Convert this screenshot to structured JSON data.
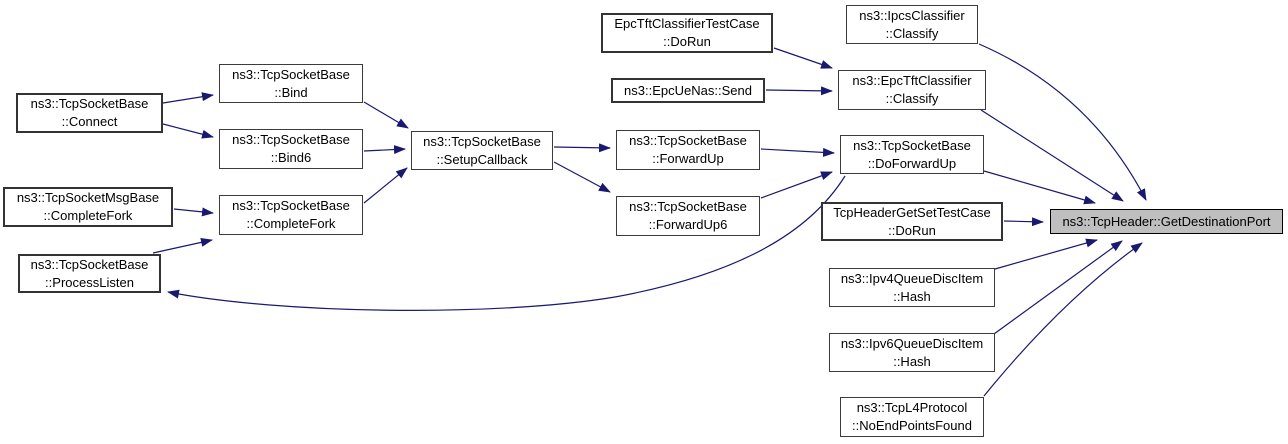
{
  "diagram": {
    "kind": "caller-graph",
    "target_function": "ns3::TcpHeader::GetDestinationPort",
    "colors": {
      "edge": "#191970",
      "node_border": "#3c3c3c",
      "highlight_fill": "#bfbfbf",
      "node_fill": "#ffffff",
      "text": "#000000"
    },
    "nodes": [
      {
        "id": "connect",
        "label": "ns3::TcpSocketBase\n::Connect"
      },
      {
        "id": "msgbase-completefork",
        "label": "ns3::TcpSocketMsgBase\n::CompleteFork"
      },
      {
        "id": "processlisten",
        "label": "ns3::TcpSocketBase\n::ProcessListen"
      },
      {
        "id": "bind",
        "label": "ns3::TcpSocketBase\n::Bind"
      },
      {
        "id": "bind6",
        "label": "ns3::TcpSocketBase\n::Bind6"
      },
      {
        "id": "completefork",
        "label": "ns3::TcpSocketBase\n::CompleteFork"
      },
      {
        "id": "setupcallback",
        "label": "ns3::TcpSocketBase\n::SetupCallback"
      },
      {
        "id": "epctft-testcase-dorun",
        "label": "EpcTftClassifierTestCase\n::DoRun"
      },
      {
        "id": "epcuenas-send",
        "label": "ns3::EpcUeNas::Send"
      },
      {
        "id": "forwardup",
        "label": "ns3::TcpSocketBase\n::ForwardUp"
      },
      {
        "id": "forwardup6",
        "label": "ns3::TcpSocketBase\n::ForwardUp6"
      },
      {
        "id": "ipcs-classify",
        "label": "ns3::IpcsClassifier\n::Classify"
      },
      {
        "id": "epctft-classify",
        "label": "ns3::EpcTftClassifier\n::Classify"
      },
      {
        "id": "doforwardup",
        "label": "ns3::TcpSocketBase\n::DoForwardUp"
      },
      {
        "id": "tcpheader-testcase-dorun",
        "label": "TcpHeaderGetSetTestCase\n::DoRun"
      },
      {
        "id": "ipv4-hash",
        "label": "ns3::Ipv4QueueDiscItem\n::Hash"
      },
      {
        "id": "ipv6-hash",
        "label": "ns3::Ipv6QueueDiscItem\n::Hash"
      },
      {
        "id": "noendpointsfound",
        "label": "ns3::TcpL4Protocol\n::NoEndPointsFound"
      },
      {
        "id": "getdestinationport",
        "label": "ns3::TcpHeader::GetDestinationPort"
      }
    ],
    "edges": [
      {
        "from": "connect",
        "to": "bind"
      },
      {
        "from": "connect",
        "to": "bind6"
      },
      {
        "from": "msgbase-completefork",
        "to": "completefork"
      },
      {
        "from": "processlisten",
        "to": "completefork"
      },
      {
        "from": "bind",
        "to": "setupcallback"
      },
      {
        "from": "bind6",
        "to": "setupcallback"
      },
      {
        "from": "completefork",
        "to": "setupcallback"
      },
      {
        "from": "setupcallback",
        "to": "forwardup"
      },
      {
        "from": "setupcallback",
        "to": "forwardup6"
      },
      {
        "from": "epctft-testcase-dorun",
        "to": "epctft-classify"
      },
      {
        "from": "epcuenas-send",
        "to": "epctft-classify"
      },
      {
        "from": "forwardup",
        "to": "doforwardup"
      },
      {
        "from": "forwardup6",
        "to": "doforwardup"
      },
      {
        "from": "doforwardup",
        "to": "processlisten"
      },
      {
        "from": "ipcs-classify",
        "to": "getdestinationport"
      },
      {
        "from": "epctft-classify",
        "to": "getdestinationport"
      },
      {
        "from": "doforwardup",
        "to": "getdestinationport"
      },
      {
        "from": "tcpheader-testcase-dorun",
        "to": "getdestinationport"
      },
      {
        "from": "ipv4-hash",
        "to": "getdestinationport"
      },
      {
        "from": "ipv6-hash",
        "to": "getdestinationport"
      },
      {
        "from": "noendpointsfound",
        "to": "getdestinationport"
      }
    ]
  }
}
